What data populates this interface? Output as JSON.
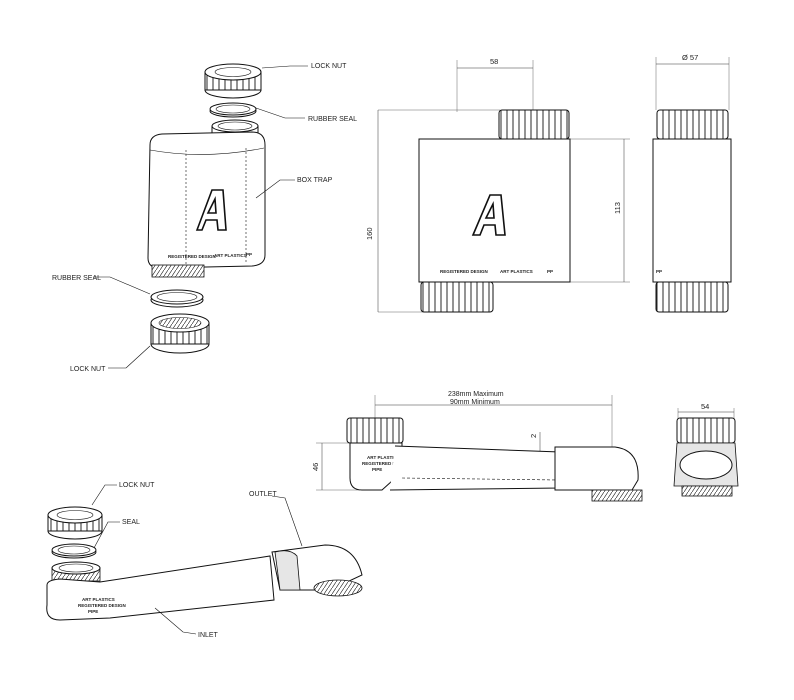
{
  "labels": {
    "lock_nut_top": "LOCK NUT",
    "rubber_seal_top": "RUBBER SEAL",
    "box_trap": "BOX TRAP",
    "rubber_seal_left": "RUBBER SEAL",
    "lock_nut_left": "LOCK NUT",
    "lock_nut_bottom": "LOCK NUT",
    "seal_bottom": "SEAL",
    "outlet": "OUTLET",
    "inlet": "INLET"
  },
  "dimensions": {
    "width_58": "58",
    "dia_57": "Ø 57",
    "height_160": "160",
    "height_113": "113",
    "max_length": "238mm Maximum",
    "min_length": "90mm Minimum",
    "height_46": "46",
    "width_54": "54",
    "fall_2": "2"
  },
  "markings": {
    "registered_design": "REGISTERED DESIGN",
    "art_plastics": "ART PLASTICS",
    "pp": "PP",
    "logo_letter": "A",
    "pipe_mark_1": "ART PLASTICS",
    "pipe_mark_2": "REGISTERED DESIGN",
    "pipe_mark_3": "PIPE"
  }
}
